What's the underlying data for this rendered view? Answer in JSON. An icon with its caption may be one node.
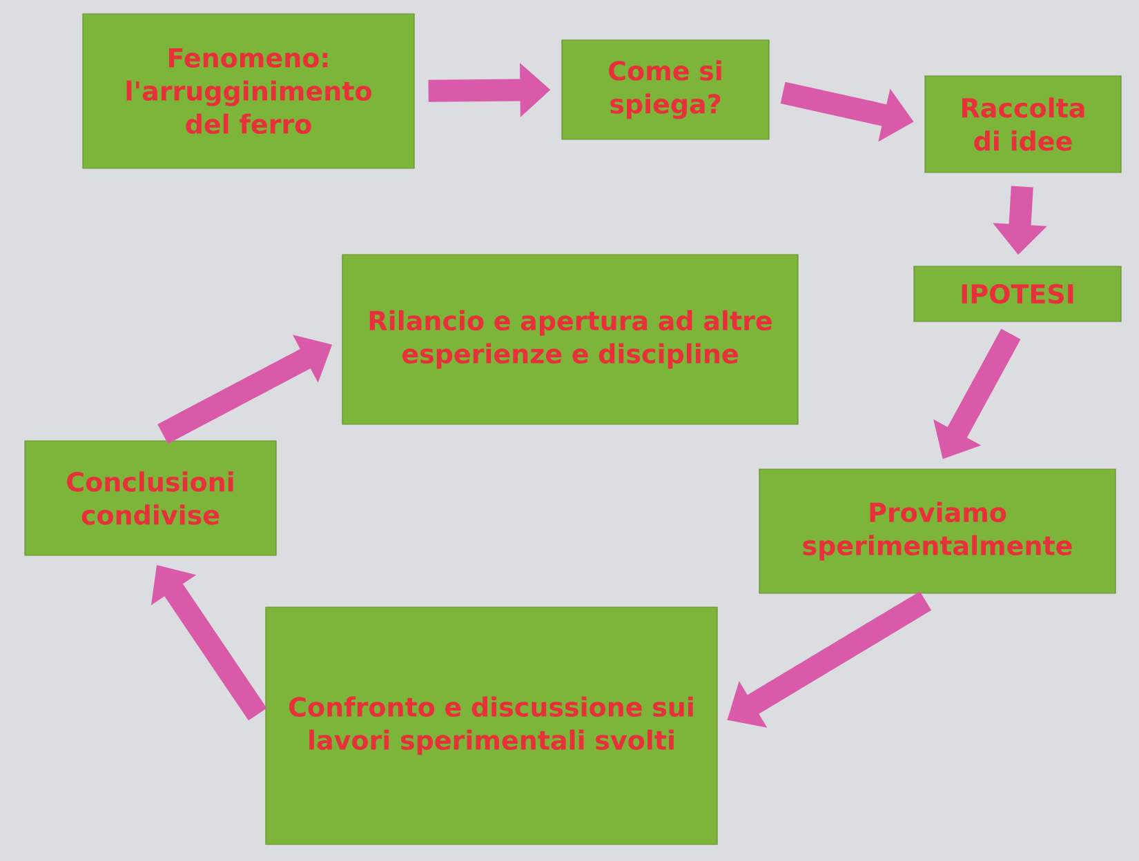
{
  "diagram": {
    "nodes": [
      {
        "text": [
          "Fenomeno: l'arrugginimento del ferro"
        ]
      },
      {
        "text": [
          "Come si spiega?"
        ]
      },
      {
        "text": [
          "Raccolta di idee"
        ]
      },
      {
        "text": [
          "IPOTESI"
        ]
      },
      {
        "text": [
          "Proviamo sperimentalmente"
        ]
      },
      {
        "text": [
          "Confronto e discussione sui lavori sperimentali svolti"
        ]
      },
      {
        "text": [
          "Conclusioni condivise"
        ]
      },
      {
        "text": [
          "Rilancio e apertura ad altre esperienze e discipline"
        ]
      }
    ],
    "edges": [
      {
        "from": 0,
        "to": 1,
        "arrow": "to"
      },
      {
        "from": 1,
        "to": 2,
        "arrow": "to"
      },
      {
        "from": 2,
        "to": 3,
        "arrow": "to"
      },
      {
        "from": 3,
        "to": 4,
        "arrow": "to"
      },
      {
        "from": 4,
        "to": 5,
        "arrow": "to"
      },
      {
        "from": 5,
        "to": 6,
        "arrow": "to"
      },
      {
        "from": 6,
        "to": 7,
        "arrow": "to"
      }
    ]
  }
}
